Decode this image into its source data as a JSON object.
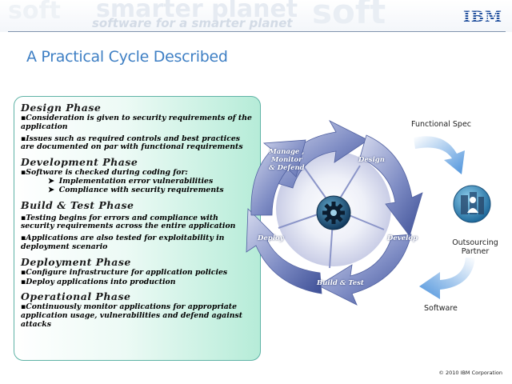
{
  "header": {
    "watermark_primary": "smarter planet",
    "watermark_secondary": "software for a smarter planet",
    "watermark_tertiary": "soft",
    "logo": "IBM"
  },
  "title": "A Practical Cycle Described",
  "phases": [
    {
      "title": "Design Phase",
      "bullets": [
        "▪Consideration is given to security requirements of the application",
        "▪Issues such as  required controls and best practices are documented on par with functional requirements"
      ]
    },
    {
      "title": "Development Phase",
      "bullets": [
        "▪Software is checked during coding for:"
      ],
      "subitems": [
        "Implementation error vulnerabilities",
        "Compliance with security requirements"
      ]
    },
    {
      "title": "Build & Test Phase",
      "bullets": [
        "▪Testing begins for errors and compliance with security requirements across the entire application",
        "▪Applications are also tested for exploitability in deployment scenario"
      ]
    },
    {
      "title": "Deployment Phase",
      "bullets": [
        "▪Configure infrastructure for application policies",
        "▪Deploy applications into production"
      ]
    },
    {
      "title": "Operational Phase",
      "bullets": [
        "▪Continuously monitor applications for appropriate application usage, vulnerabilities and defend against attacks"
      ]
    }
  ],
  "cycle": {
    "manage_line1": "Manage ,",
    "manage_line2": "Monitor",
    "manage_line3": "& Defend",
    "design": "Design",
    "develop": "Develop",
    "build_test": "Build & Test",
    "deploy": "Deploy"
  },
  "side": {
    "functional_spec": "Functional Spec",
    "outsourcing_line1": "Outsourcing",
    "outsourcing_line2": "Partner",
    "software": "Software"
  },
  "footer": "© 2010 IBM Corporation",
  "colors": {
    "title": "#3e7fc4",
    "panel_border": "#5fb3a6",
    "arrow_dark": "#4b5fa8",
    "arrow_light": "#c5cbe6",
    "side_arrow": "#5ea0e0"
  },
  "icons": {
    "center": "gear-icon",
    "partner": "partner-icon"
  }
}
